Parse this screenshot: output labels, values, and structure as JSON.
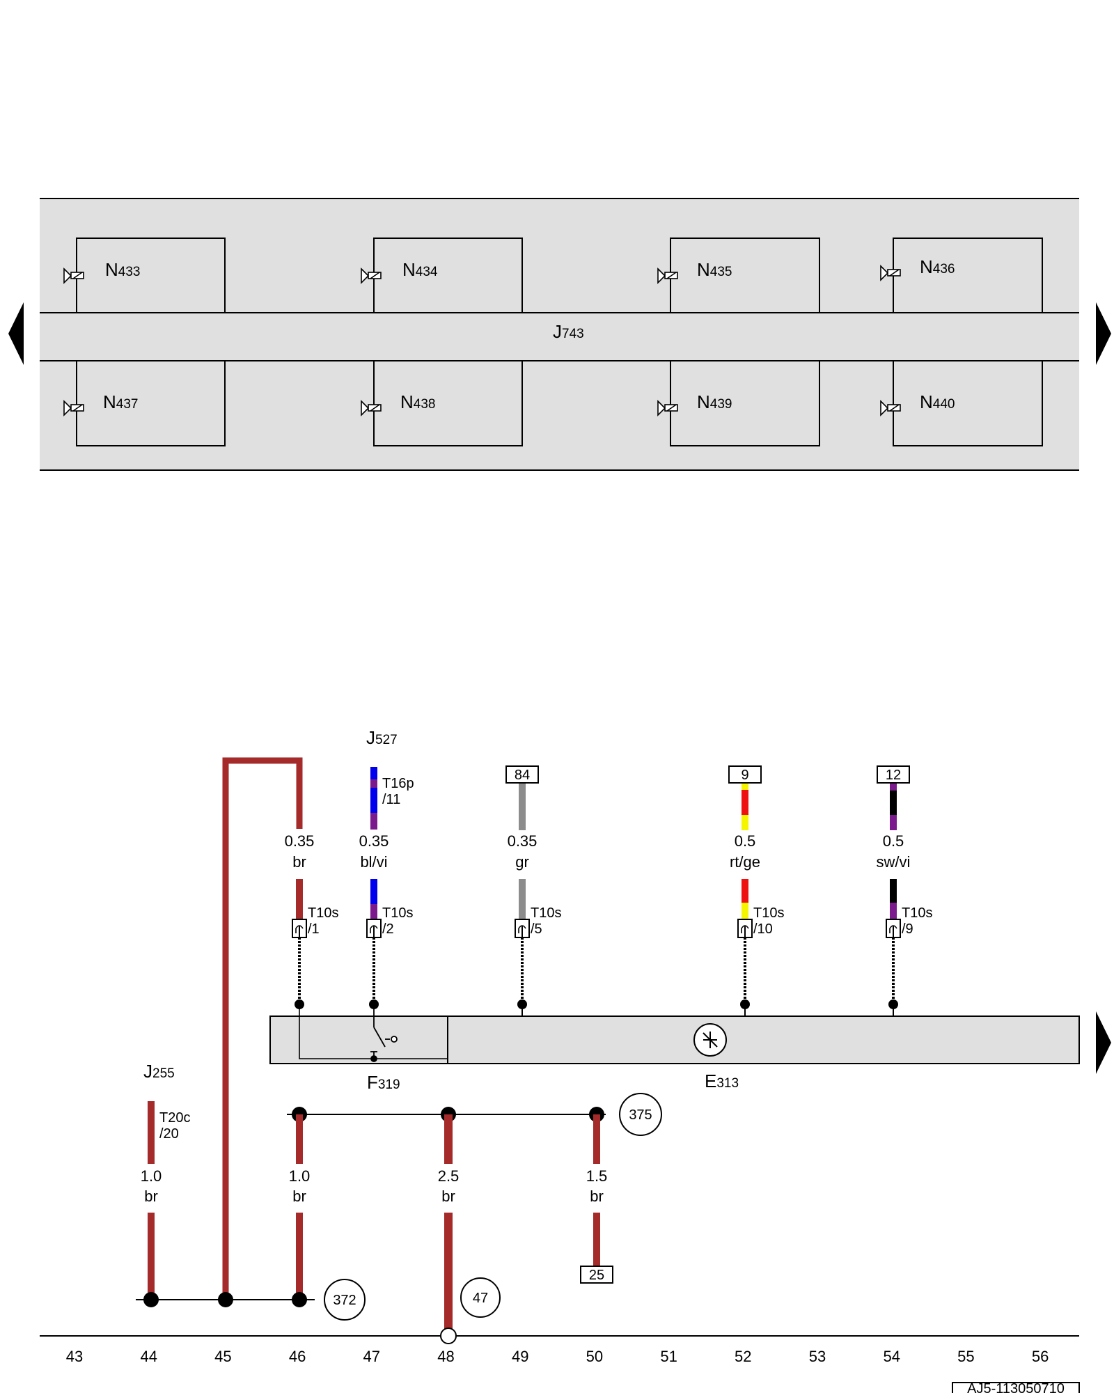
{
  "module_j743": {
    "name": "J",
    "num": "743"
  },
  "valves_top": [
    {
      "name": "N",
      "num": "433"
    },
    {
      "name": "N",
      "num": "434"
    },
    {
      "name": "N",
      "num": "435"
    },
    {
      "name": "N",
      "num": "436"
    }
  ],
  "valves_bottom": [
    {
      "name": "N",
      "num": "437"
    },
    {
      "name": "N",
      "num": "438"
    },
    {
      "name": "N",
      "num": "439"
    },
    {
      "name": "N",
      "num": "440"
    }
  ],
  "components": {
    "j527": {
      "name": "J",
      "num": "527"
    },
    "j255": {
      "name": "J",
      "num": "255"
    },
    "f319": {
      "name": "F",
      "num": "319"
    },
    "e313": {
      "name": "E",
      "num": "313"
    }
  },
  "connectors": {
    "t16p": {
      "name": "T16p",
      "pin": "/11"
    },
    "t20c": {
      "name": "T20c",
      "pin": "/20"
    },
    "t10s_1": {
      "name": "T10s",
      "pin": "/1"
    },
    "t10s_2": {
      "name": "T10s",
      "pin": "/2"
    },
    "t10s_5": {
      "name": "T10s",
      "pin": "/5"
    },
    "t10s_10": {
      "name": "T10s",
      "pin": "/10"
    },
    "t10s_9": {
      "name": "T10s",
      "pin": "/9"
    }
  },
  "wires": {
    "w46_top": {
      "size": "0.35",
      "color": "br"
    },
    "w47_top": {
      "size": "0.35",
      "color": "bl/vi"
    },
    "w49_top": {
      "size": "0.35",
      "color": "gr"
    },
    "w52_top": {
      "size": "0.5",
      "color": "rt/ge"
    },
    "w54_top": {
      "size": "0.5",
      "color": "sw/vi"
    },
    "w44": {
      "size": "1.0",
      "color": "br"
    },
    "w46_bottom": {
      "size": "1.0",
      "color": "br"
    },
    "w48": {
      "size": "2.5",
      "color": "br"
    },
    "w50": {
      "size": "1.5",
      "color": "br"
    }
  },
  "reference_boxes": {
    "r84": "84",
    "r9": "9",
    "r12": "12",
    "r25": "25"
  },
  "ground_points": {
    "g375": "375",
    "g372": "372",
    "g47": "47"
  },
  "track_numbers": [
    "43",
    "44",
    "45",
    "46",
    "47",
    "48",
    "49",
    "50",
    "51",
    "52",
    "53",
    "54",
    "55",
    "56"
  ],
  "drawing_id": "AJ5-113050710",
  "colors": {
    "brown": "#a52a2a",
    "blue": "#0000ee",
    "violet": "#7b1a8c",
    "gray": "#8c8c8c",
    "red": "#ee1111",
    "yellow": "#f5f500",
    "black": "#000000",
    "panel_fill": "#e0e0e0"
  }
}
